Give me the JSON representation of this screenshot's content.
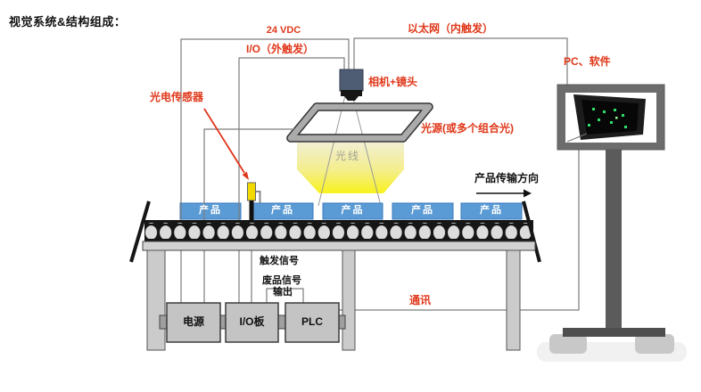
{
  "title": "视觉系统&结构组成：",
  "labels": {
    "power_24vdc": "24 VDC",
    "io_external_trigger": "I/O（外触发）",
    "ethernet_internal_trigger": "以太网（内触发）",
    "camera_lens": "相机+镜头",
    "pc_software": "PC、软件",
    "photo_sensor": "光电传感器",
    "light_source": "光源(或多个组合光)",
    "light_ray": "光线",
    "transport_direction": "产品传输方向",
    "trigger_signal": "触发信号",
    "reject_signal": "废品信号",
    "reject_output": "输出",
    "communication": "通讯"
  },
  "components": {
    "power_box": "电源",
    "io_board_box": "I/O板",
    "plc_box": "PLC"
  },
  "conveyor": {
    "products": [
      "产品",
      "产品",
      "产品",
      "产品",
      "产品"
    ]
  },
  "colors": {
    "accent_red": "#e0381a",
    "product_blue": "#5b9bd5",
    "beam_yellow": "#f8f218",
    "wire_gray": "#7d7d7d"
  }
}
